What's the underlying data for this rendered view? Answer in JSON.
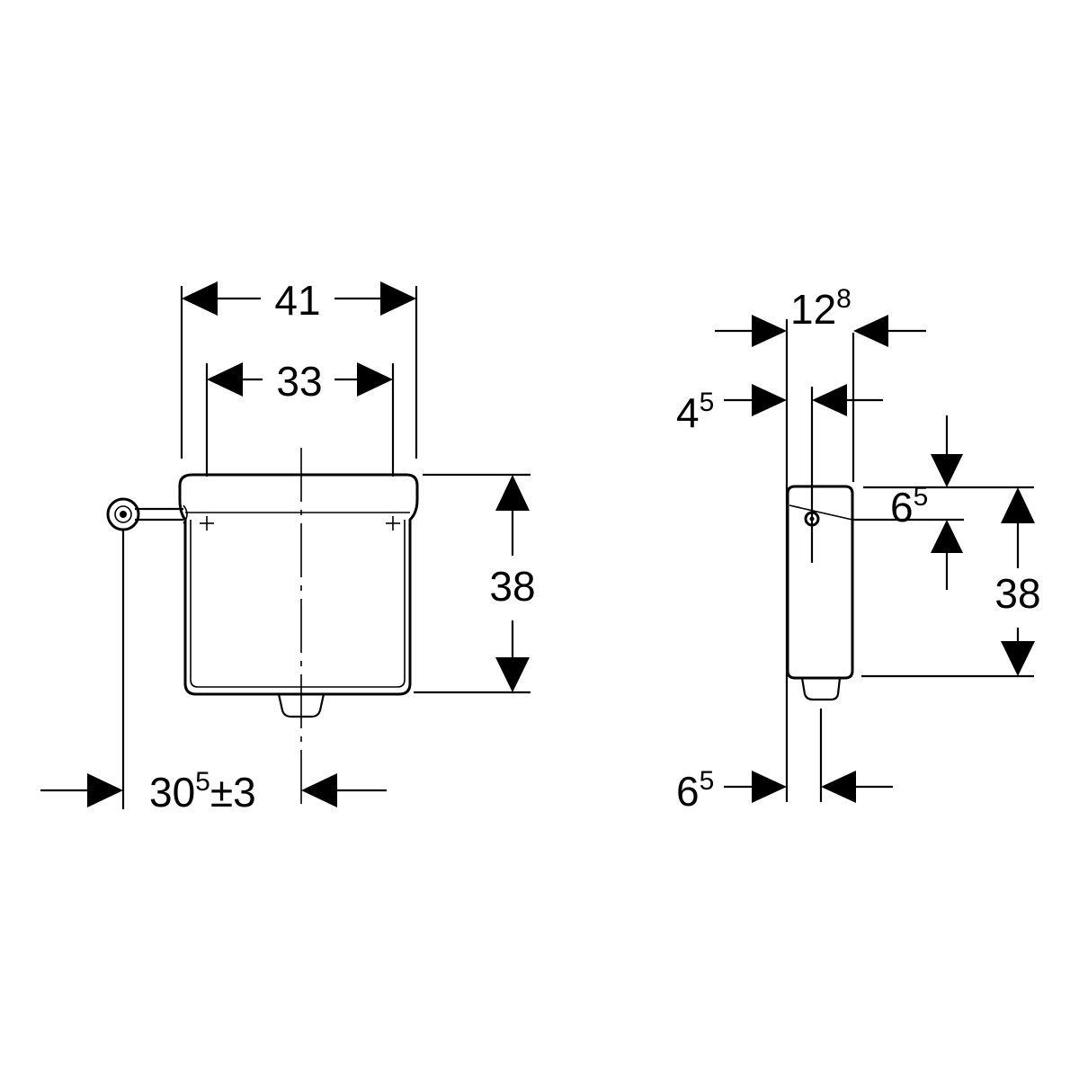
{
  "front_view": {
    "width_outer": "41",
    "width_inner": "33",
    "height": "38",
    "offset_base": "30",
    "offset_sup": "5",
    "offset_tol": "±3"
  },
  "side_view": {
    "depth_base": "12",
    "depth_sup": "8",
    "wall_base": "4",
    "wall_sup": "5",
    "lever_base": "6",
    "lever_sup": "5",
    "height": "38",
    "outlet_base": "6",
    "outlet_sup": "5"
  }
}
